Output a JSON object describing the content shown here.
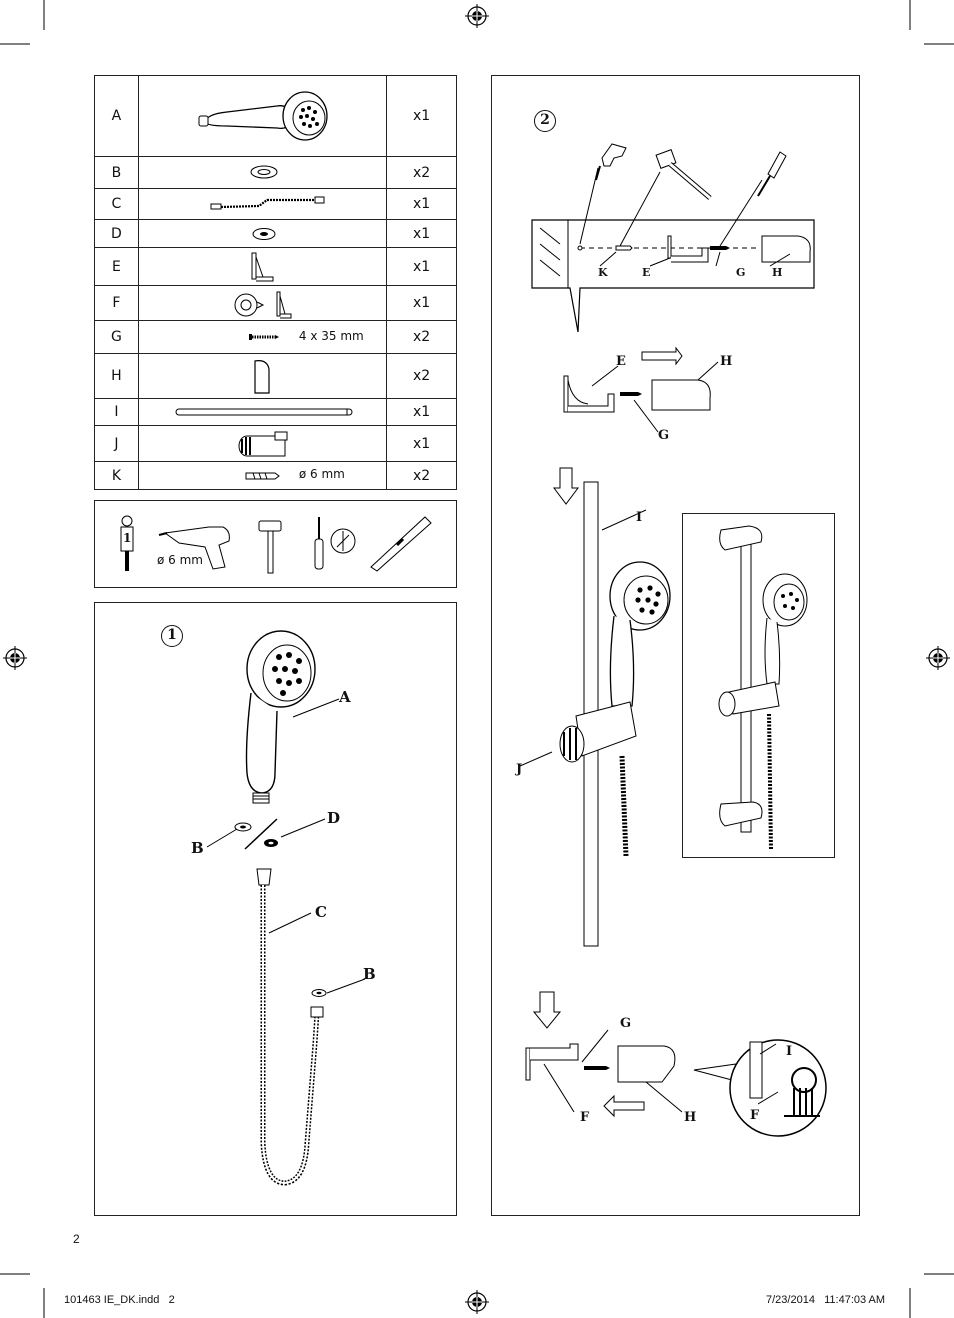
{
  "parts": [
    {
      "label": "A",
      "qty": "x1"
    },
    {
      "label": "B",
      "qty": "x2"
    },
    {
      "label": "C",
      "qty": "x1"
    },
    {
      "label": "D",
      "qty": "x1"
    },
    {
      "label": "E",
      "qty": "x1"
    },
    {
      "label": "F",
      "qty": "x1"
    },
    {
      "label": "G",
      "qty": "x2",
      "dim": "4 x 35 mm"
    },
    {
      "label": "H",
      "qty": "x2"
    },
    {
      "label": "I",
      "qty": "x1"
    },
    {
      "label": "J",
      "qty": "x1"
    },
    {
      "label": "K",
      "qty": "x2",
      "dim": "ø 6 mm"
    }
  ],
  "tools": {
    "person_number": "1",
    "drill_size": "ø 6 mm"
  },
  "step1": {
    "number": "1",
    "labels": {
      "a": "A",
      "b1": "B",
      "d": "D",
      "c": "C",
      "b2": "B"
    }
  },
  "step2": {
    "number": "2",
    "top_labels": {
      "k": "K",
      "e": "E",
      "g": "G",
      "h": "H"
    },
    "mid_labels": {
      "e": "E",
      "h": "H",
      "g": "G"
    },
    "rail_labels": {
      "i": "I",
      "j": "J"
    },
    "bottom_labels": {
      "g": "G",
      "f": "F",
      "h": "H",
      "i": "I",
      "f2": "F"
    }
  },
  "footer": {
    "page_number": "2",
    "file": "101463 IE_DK.indd   2",
    "timestamp": "7/23/2014   11:47:03 AM"
  }
}
